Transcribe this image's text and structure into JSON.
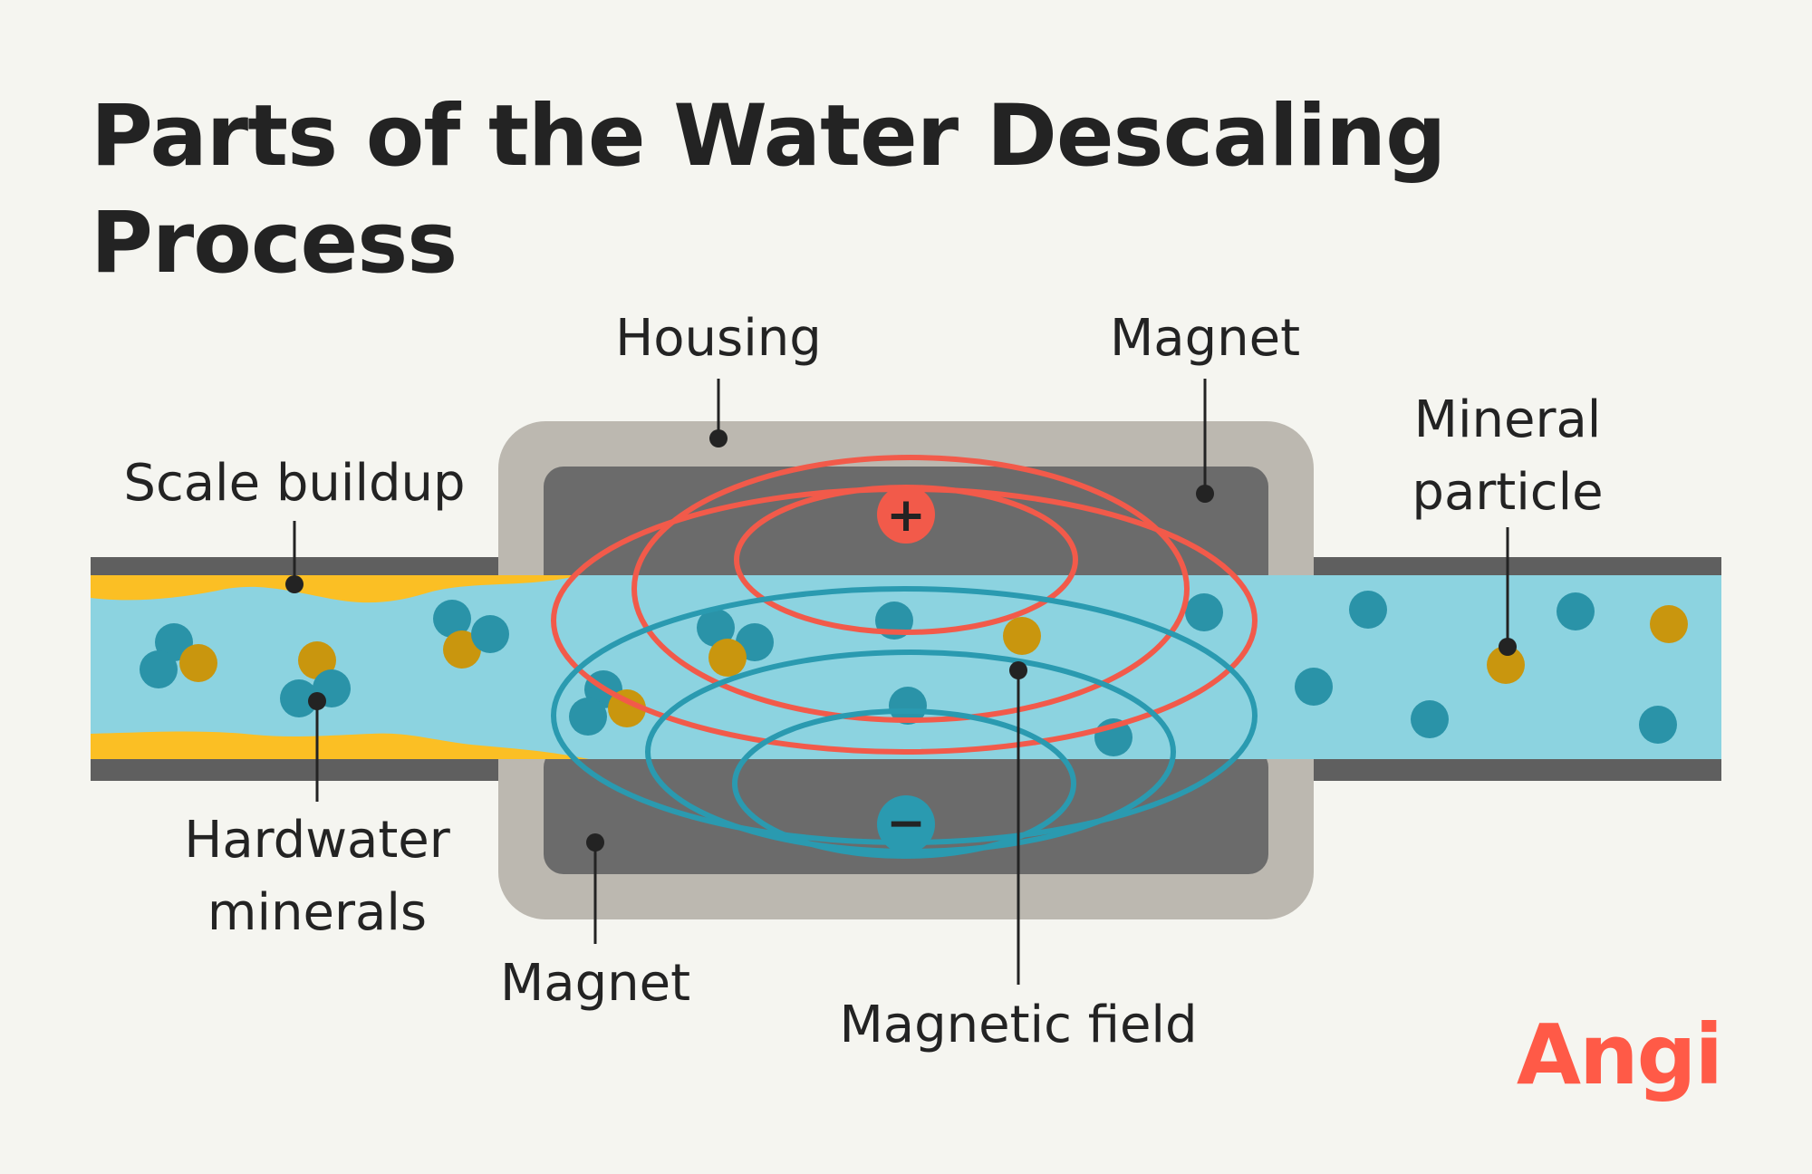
{
  "title": "Parts of the Water Descaling Process",
  "labels": {
    "housing": "Housing",
    "magnet_top": "Magnet",
    "magnet_bottom": "Magnet",
    "scale_buildup": "Scale buildup",
    "hardwater_minerals_line1": "Hardwater",
    "hardwater_minerals_line2": "minerals",
    "mineral_particle_line1": "Mineral",
    "mineral_particle_line2": "particle",
    "magnetic_field": "Magnetic field"
  },
  "poles": {
    "positive": "+",
    "negative": "−"
  },
  "logo": "Angi",
  "colors": {
    "background": "#f5f5f0",
    "pipe_wall": "#5f5f5f",
    "water": "#8cd3e0",
    "scale": "#fbbf24",
    "housing": "#bcb8b0",
    "magnet": "#6b6b6b",
    "positive_field": "#f25a4a",
    "negative_field": "#2a9ab0",
    "mineral_teal": "#2a93a8",
    "mineral_gold": "#c9960e",
    "brand": "#ff5a47"
  }
}
